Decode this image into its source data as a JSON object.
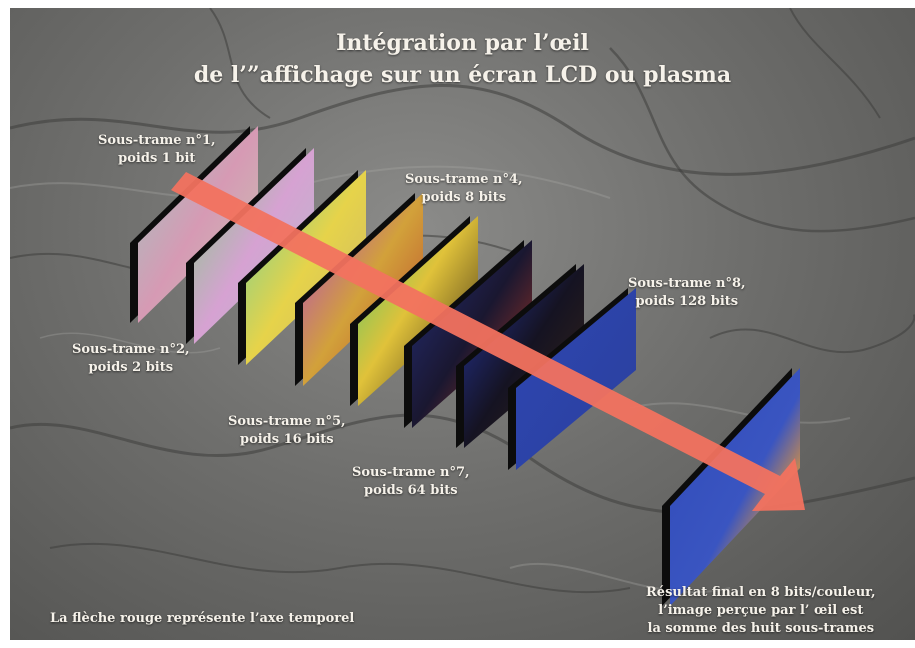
{
  "title": {
    "line1": "Intégration par l’œil",
    "line2": "de l’”affichage sur un écran LCD ou plasma"
  },
  "subframes": [
    {
      "line1": "Sous-trame n°1,",
      "line2": "poids 1 bit"
    },
    {
      "line1": "Sous-trame n°2,",
      "line2": "poids 2 bits"
    },
    {
      "line1": "Sous-trame n°4,",
      "line2": "poids 8 bits"
    },
    {
      "line1": "Sous-trame n°5,",
      "line2": "poids 16 bits"
    },
    {
      "line1": "Sous-trame n°7,",
      "line2": "poids 64 bits"
    },
    {
      "line1": "Sous-trame n°8,",
      "line2": "poids 128 bits"
    }
  ],
  "result": {
    "line1": "Résultat final en 8 bits/couleur,",
    "line2": "l’image perçue par l’ œil est",
    "line3": "la somme des huit sous-trames"
  },
  "arrow_note": "La flèche rouge représente l’axe temporel",
  "colors": {
    "arrow": "#f2725f",
    "background": "#6f6f6d",
    "text": "#f6f2ea"
  }
}
